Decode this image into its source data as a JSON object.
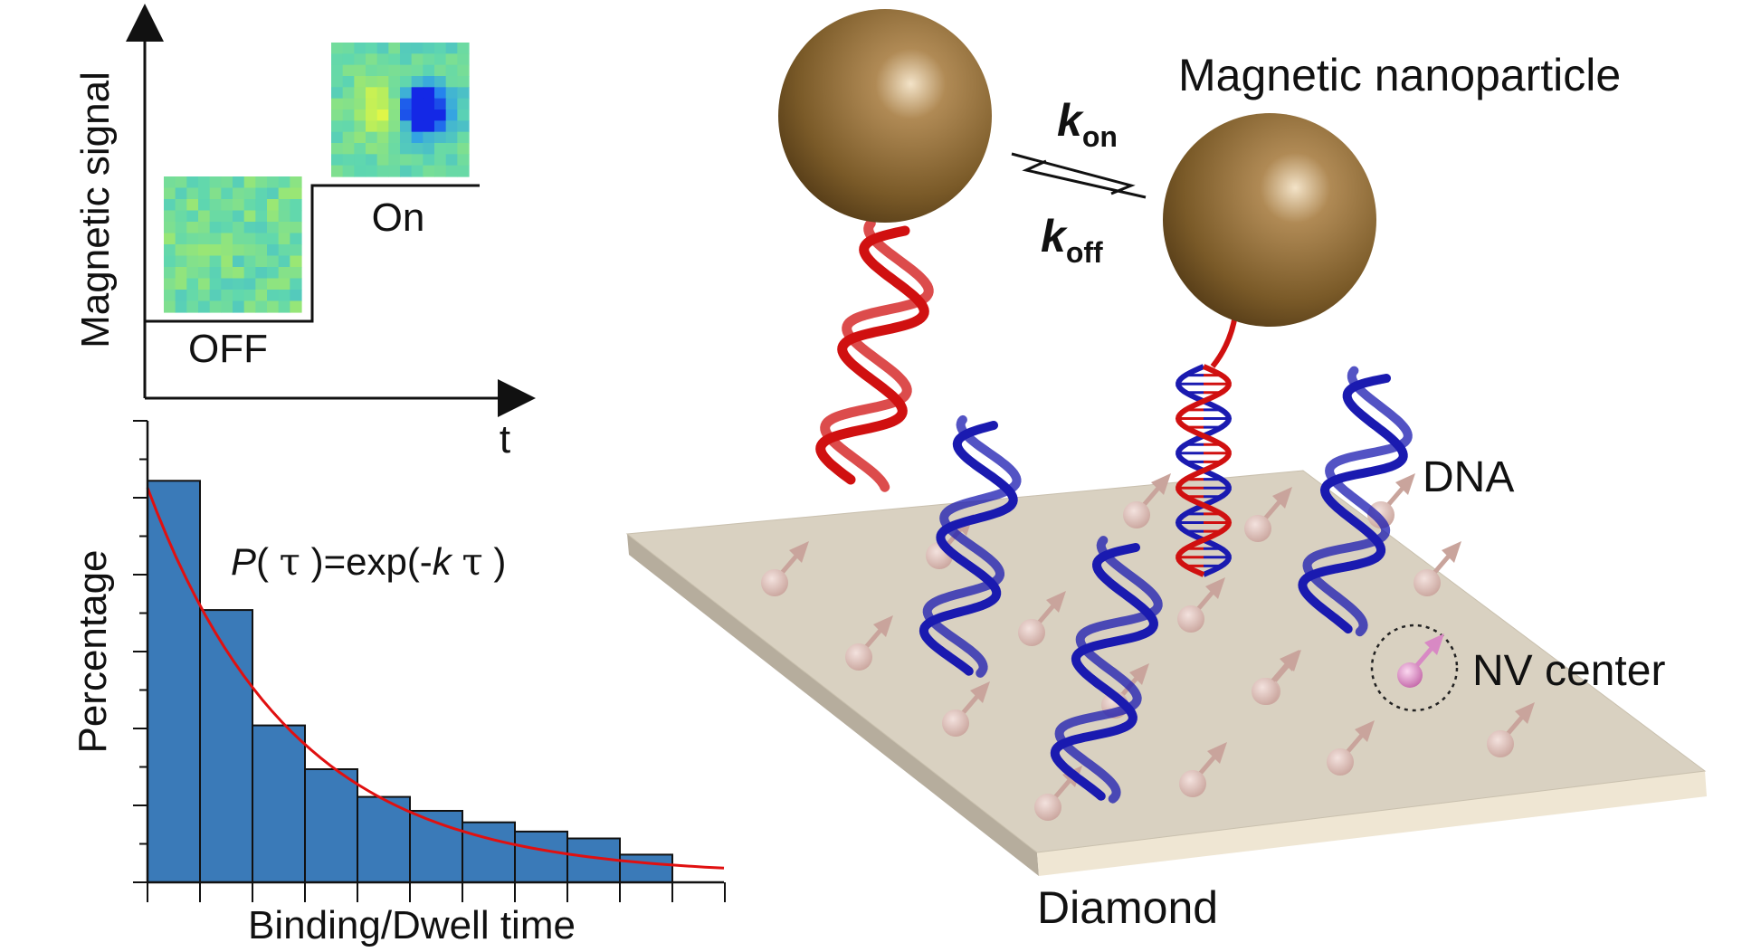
{
  "signal_plot": {
    "ylabel": "Magnetic signal",
    "xlabel": "t",
    "state_off": "OFF",
    "state_on": "On"
  },
  "histogram": {
    "ylabel": "Percentage",
    "xlabel": "Binding/Dwell time",
    "formula": {
      "p": "P",
      "open": "( ",
      "tau": "τ",
      "mid": " )=exp(-",
      "k": "k",
      "close": " )"
    }
  },
  "chart_data": {
    "type": "bar",
    "xlabel": "Binding/Dwell time",
    "ylabel": "Percentage",
    "bins": 10,
    "values": [
      0.87,
      0.59,
      0.34,
      0.245,
      0.185,
      0.155,
      0.13,
      0.11,
      0.095,
      0.06
    ],
    "ylim": [
      0,
      1
    ],
    "fit_curve": "exponential decay",
    "bar_color": "#3a7ab8",
    "curve_color": "#e01010"
  },
  "scene": {
    "kon_k": "k",
    "kon_sub": "on",
    "koff_k": "k",
    "koff_sub": "off",
    "nanoparticle_label": "Magnetic nanoparticle",
    "dna_label": "DNA",
    "nv_label": "NV center",
    "diamond_label": "Diamond"
  },
  "colors": {
    "particle": "#8a6630",
    "dna_probe": "#1a1ab0",
    "dna_target": "#d01010",
    "diamond_top": "#d9d1c1",
    "nv_highlight": "#d889c4"
  }
}
